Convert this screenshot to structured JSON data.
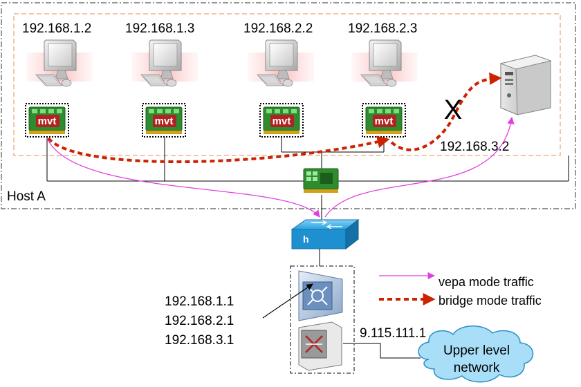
{
  "host": {
    "label": "Host A"
  },
  "vms": [
    {
      "ip": "192.168.1.2",
      "nic_label": "mvt"
    },
    {
      "ip": "192.168.1.3",
      "nic_label": "mvt"
    },
    {
      "ip": "192.168.2.2",
      "nic_label": "mvt"
    },
    {
      "ip": "192.168.2.3",
      "nic_label": "mvt"
    }
  ],
  "server": {
    "ip": "192.168.3.2"
  },
  "blocked_mark": "X",
  "switch": {
    "label": "h"
  },
  "router": {
    "ips": [
      "192.168.1.1",
      "192.168.2.1",
      "192.168.3.1"
    ],
    "uplink_ip": "9.115.111.1"
  },
  "cloud": {
    "line1": "Upper level",
    "line2": "network"
  },
  "legend": {
    "vepa": "vepa mode traffic",
    "bridge": "bridge mode traffic"
  },
  "colors": {
    "vepa": "#e040e0",
    "bridge": "#cc2200",
    "host_border": "#f0a070",
    "nic_green": "#2e8b2e",
    "switch_blue": "#1e90d0"
  }
}
